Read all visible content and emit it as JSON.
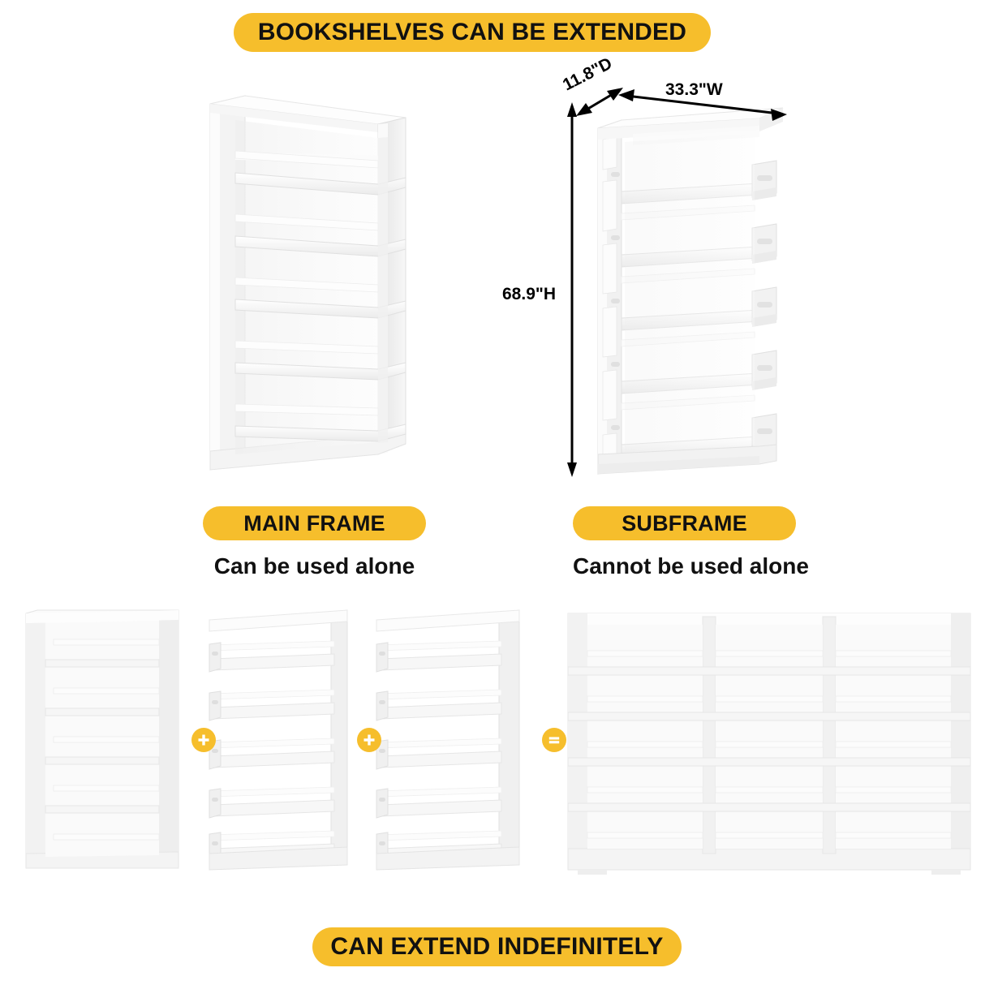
{
  "header": {
    "title": "BOOKSHELVES CAN BE EXTENDED"
  },
  "footer": {
    "title": "CAN EXTEND INDEFINITELY"
  },
  "dimensions": {
    "depth": "11.8\"D",
    "width": "33.3\"W",
    "height": "68.9\"H"
  },
  "products": [
    {
      "badge": "MAIN FRAME",
      "caption": "Can be used alone",
      "name": "main-frame"
    },
    {
      "badge": "SUBFRAME",
      "caption": "Cannot be used alone",
      "name": "subframe"
    }
  ],
  "equation": {
    "operator_plus": "plus-icon",
    "operator_equals": "equals-icon",
    "terms": [
      "main-frame-unit",
      "subframe-unit",
      "subframe-unit"
    ],
    "result": "combined-three-bay-bookshelf"
  },
  "colors": {
    "badge_yellow": "#F6BE2C",
    "text_black": "#111111",
    "product_white": "#FFFFFF",
    "background": "#FFFFFF"
  },
  "shelf_levels": 5
}
